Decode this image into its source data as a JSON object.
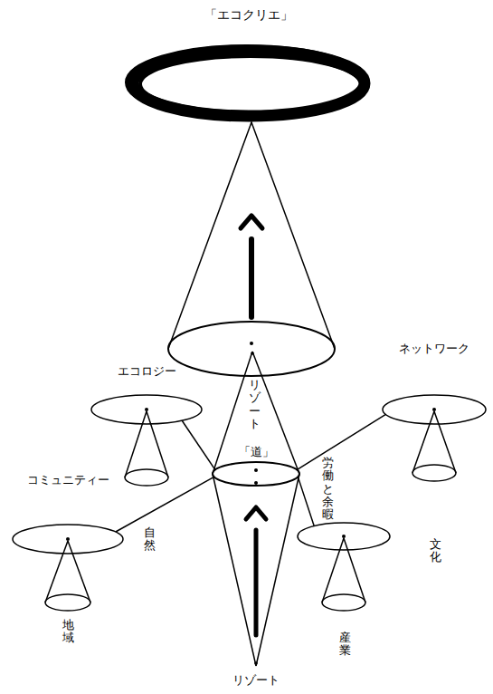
{
  "diagram": {
    "title": "「エコクリエ」",
    "nodes": [
      {
        "text": [
          "リゾート",
          "「道」"
        ]
      },
      {
        "text": [
          "エコロジー"
        ]
      },
      {
        "text": [
          "ネットワーク",
          "文化"
        ]
      },
      {
        "text": [
          "コミュニティー",
          "地域"
        ]
      },
      {
        "text": [
          "産業"
        ]
      },
      {
        "text": [
          "リゾート"
        ]
      }
    ],
    "edges": [
      {
        "from": 0,
        "to": 1,
        "arrow": "none"
      },
      {
        "from": 0,
        "to": 2,
        "arrow": "none"
      },
      {
        "from": 0,
        "to": 3,
        "label": "自然",
        "arrow": "none"
      },
      {
        "from": 0,
        "to": 4,
        "label": "労働と余暇",
        "arrow": "none"
      }
    ]
  }
}
